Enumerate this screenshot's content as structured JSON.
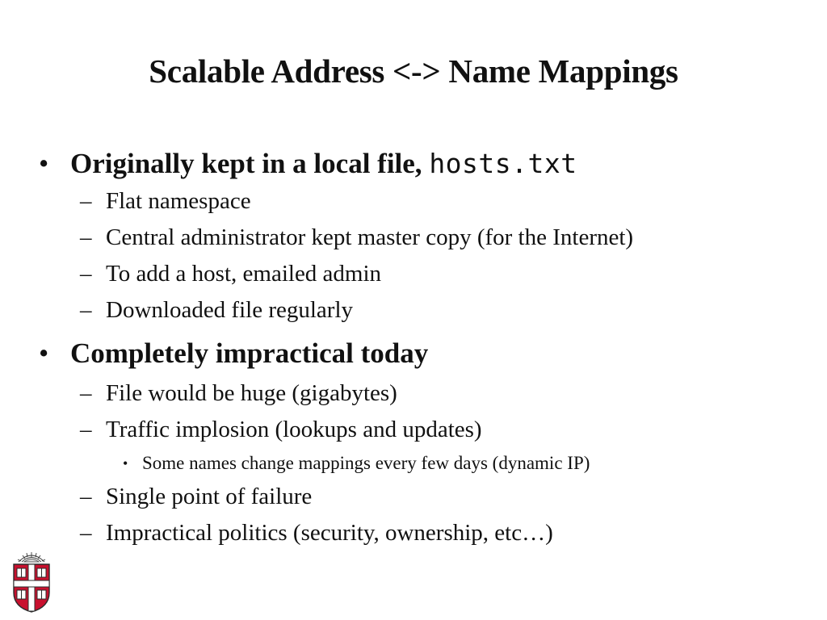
{
  "slide": {
    "title": "Scalable Address <-> Name Mappings"
  },
  "bullets": [
    {
      "level": 1,
      "marker": "•",
      "text": "Originally kept in a local file, ",
      "code": "hosts.txt"
    },
    {
      "level": 2,
      "marker": "–",
      "text": "Flat namespace"
    },
    {
      "level": 2,
      "marker": "–",
      "text": "Central administrator kept master copy (for the Internet)"
    },
    {
      "level": 2,
      "marker": "–",
      "text": "To add a host, emailed admin"
    },
    {
      "level": 2,
      "marker": "–",
      "text": "Downloaded file regularly"
    },
    {
      "level": 1,
      "marker": "•",
      "text": "Completely impractical today"
    },
    {
      "level": 2,
      "marker": "–",
      "text": "File would be huge (gigabytes)"
    },
    {
      "level": 2,
      "marker": "–",
      "text": "Traffic implosion (lookups and updates)"
    },
    {
      "level": 3,
      "marker": "•",
      "text": "Some names change mappings every few days (dynamic IP)"
    },
    {
      "level": 2,
      "marker": "–",
      "text": "Single point of failure"
    },
    {
      "level": 2,
      "marker": "–",
      "text": "Impractical politics (security, ownership, etc…)"
    }
  ],
  "logo": {
    "icon": "university-shield-icon",
    "colors": {
      "shield_red": "#c8102e",
      "book": "#ffffff",
      "outline": "#2b2b2b"
    }
  }
}
